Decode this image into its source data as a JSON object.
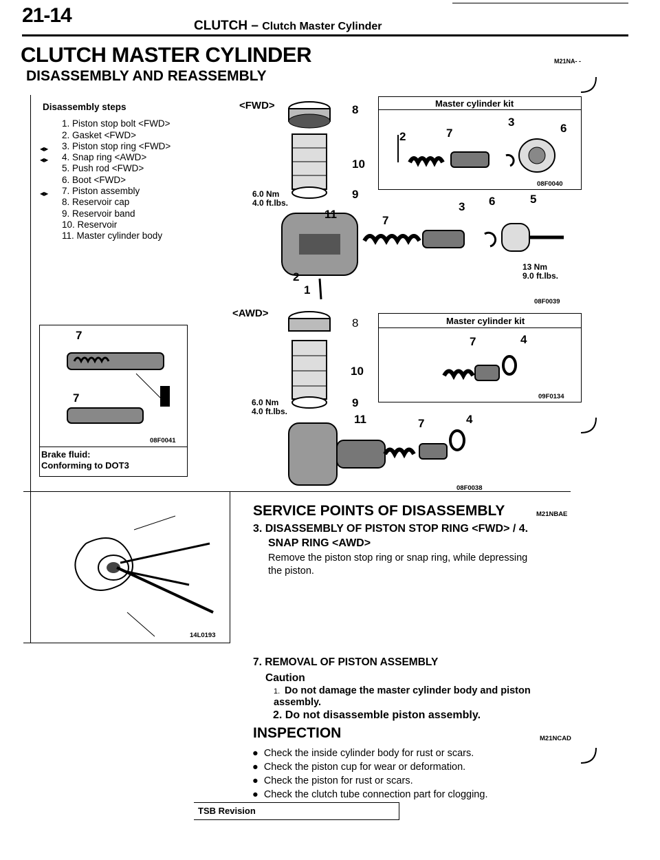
{
  "header": {
    "page_number": "21-14",
    "section": "CLUTCH",
    "dash": "–",
    "subsection": "Clutch Master Cylinder"
  },
  "title": {
    "main": "CLUTCH MASTER CYLINDER",
    "sub": "DISASSEMBLY AND REASSEMBLY",
    "code": "M21NA- -"
  },
  "steps": {
    "heading": "Disassembly steps",
    "items": [
      {
        "text": "1. Piston stop bolt <FWD>",
        "mark": ""
      },
      {
        "text": "2. Gasket <FWD>",
        "mark": ""
      },
      {
        "text": "3. Piston stop ring <FWD>",
        "mark": "◀▶"
      },
      {
        "text": "4. Snap ring <AWD>",
        "mark": "◀▶"
      },
      {
        "text": "5. Push rod <FWD>",
        "mark": ""
      },
      {
        "text": "6. Boot <FWD>",
        "mark": ""
      },
      {
        "text": "7. Piston assembly",
        "mark": "◀▶"
      },
      {
        "text": "8. Reservoir cap",
        "mark": ""
      },
      {
        "text": "9. Reservoir band",
        "mark": ""
      },
      {
        "text": "10. Reservoir",
        "mark": ""
      },
      {
        "text": "11. Master cylinder body",
        "mark": ""
      }
    ]
  },
  "fwd_diagram": {
    "label": "<FWD>",
    "torque_nm": "6.0 Nm",
    "torque_ft": "4.0 ft.lbs.",
    "push_rod_torque_nm": "13 Nm",
    "push_rod_torque_ft": "9.0 ft.lbs.",
    "kit_title": "Master cylinder kit",
    "kit_code": "08F0040",
    "code": "08F0039"
  },
  "awd_diagram": {
    "label": "<AWD>",
    "torque_nm": "6.0 Nm",
    "torque_ft": "4.0 ft.lbs.",
    "kit_title": "Master cylinder kit",
    "kit_code": "09F0134",
    "code": "08F0038"
  },
  "brake_fluid": {
    "code": "08F0041",
    "line1": "Brake fluid:",
    "line2": "Conforming to DOT3"
  },
  "plier_figure_code": "14L0193",
  "service_points": {
    "title": "SERVICE POINTS OF DISASSEMBLY",
    "code": "M21NBAE",
    "item3_line1": "3. DISASSEMBLY OF PISTON STOP RING <FWD> / 4.",
    "item3_line2": "SNAP RING <AWD>",
    "item3_text_line1": "Remove the piston stop ring or snap ring, while depressing",
    "item3_text_line2": "the piston.",
    "item7_title": "7. REMOVAL OF PISTON ASSEMBLY",
    "caution": "Caution",
    "caution1_num": "1.",
    "caution1_line1": "Do not damage the master cylinder body and piston",
    "caution1_line2": "assembly.",
    "caution2": "2. Do not disassemble piston assembly."
  },
  "inspection": {
    "title": "INSPECTION",
    "code": "M21NCAD",
    "bullets": [
      "Check the inside cylinder body for rust or scars.",
      "Check the piston cup for wear or deformation.",
      "Check the piston for rust or scars.",
      "Check the clutch tube connection part for clogging."
    ]
  },
  "footer": {
    "tsb": "TSB Revision"
  }
}
